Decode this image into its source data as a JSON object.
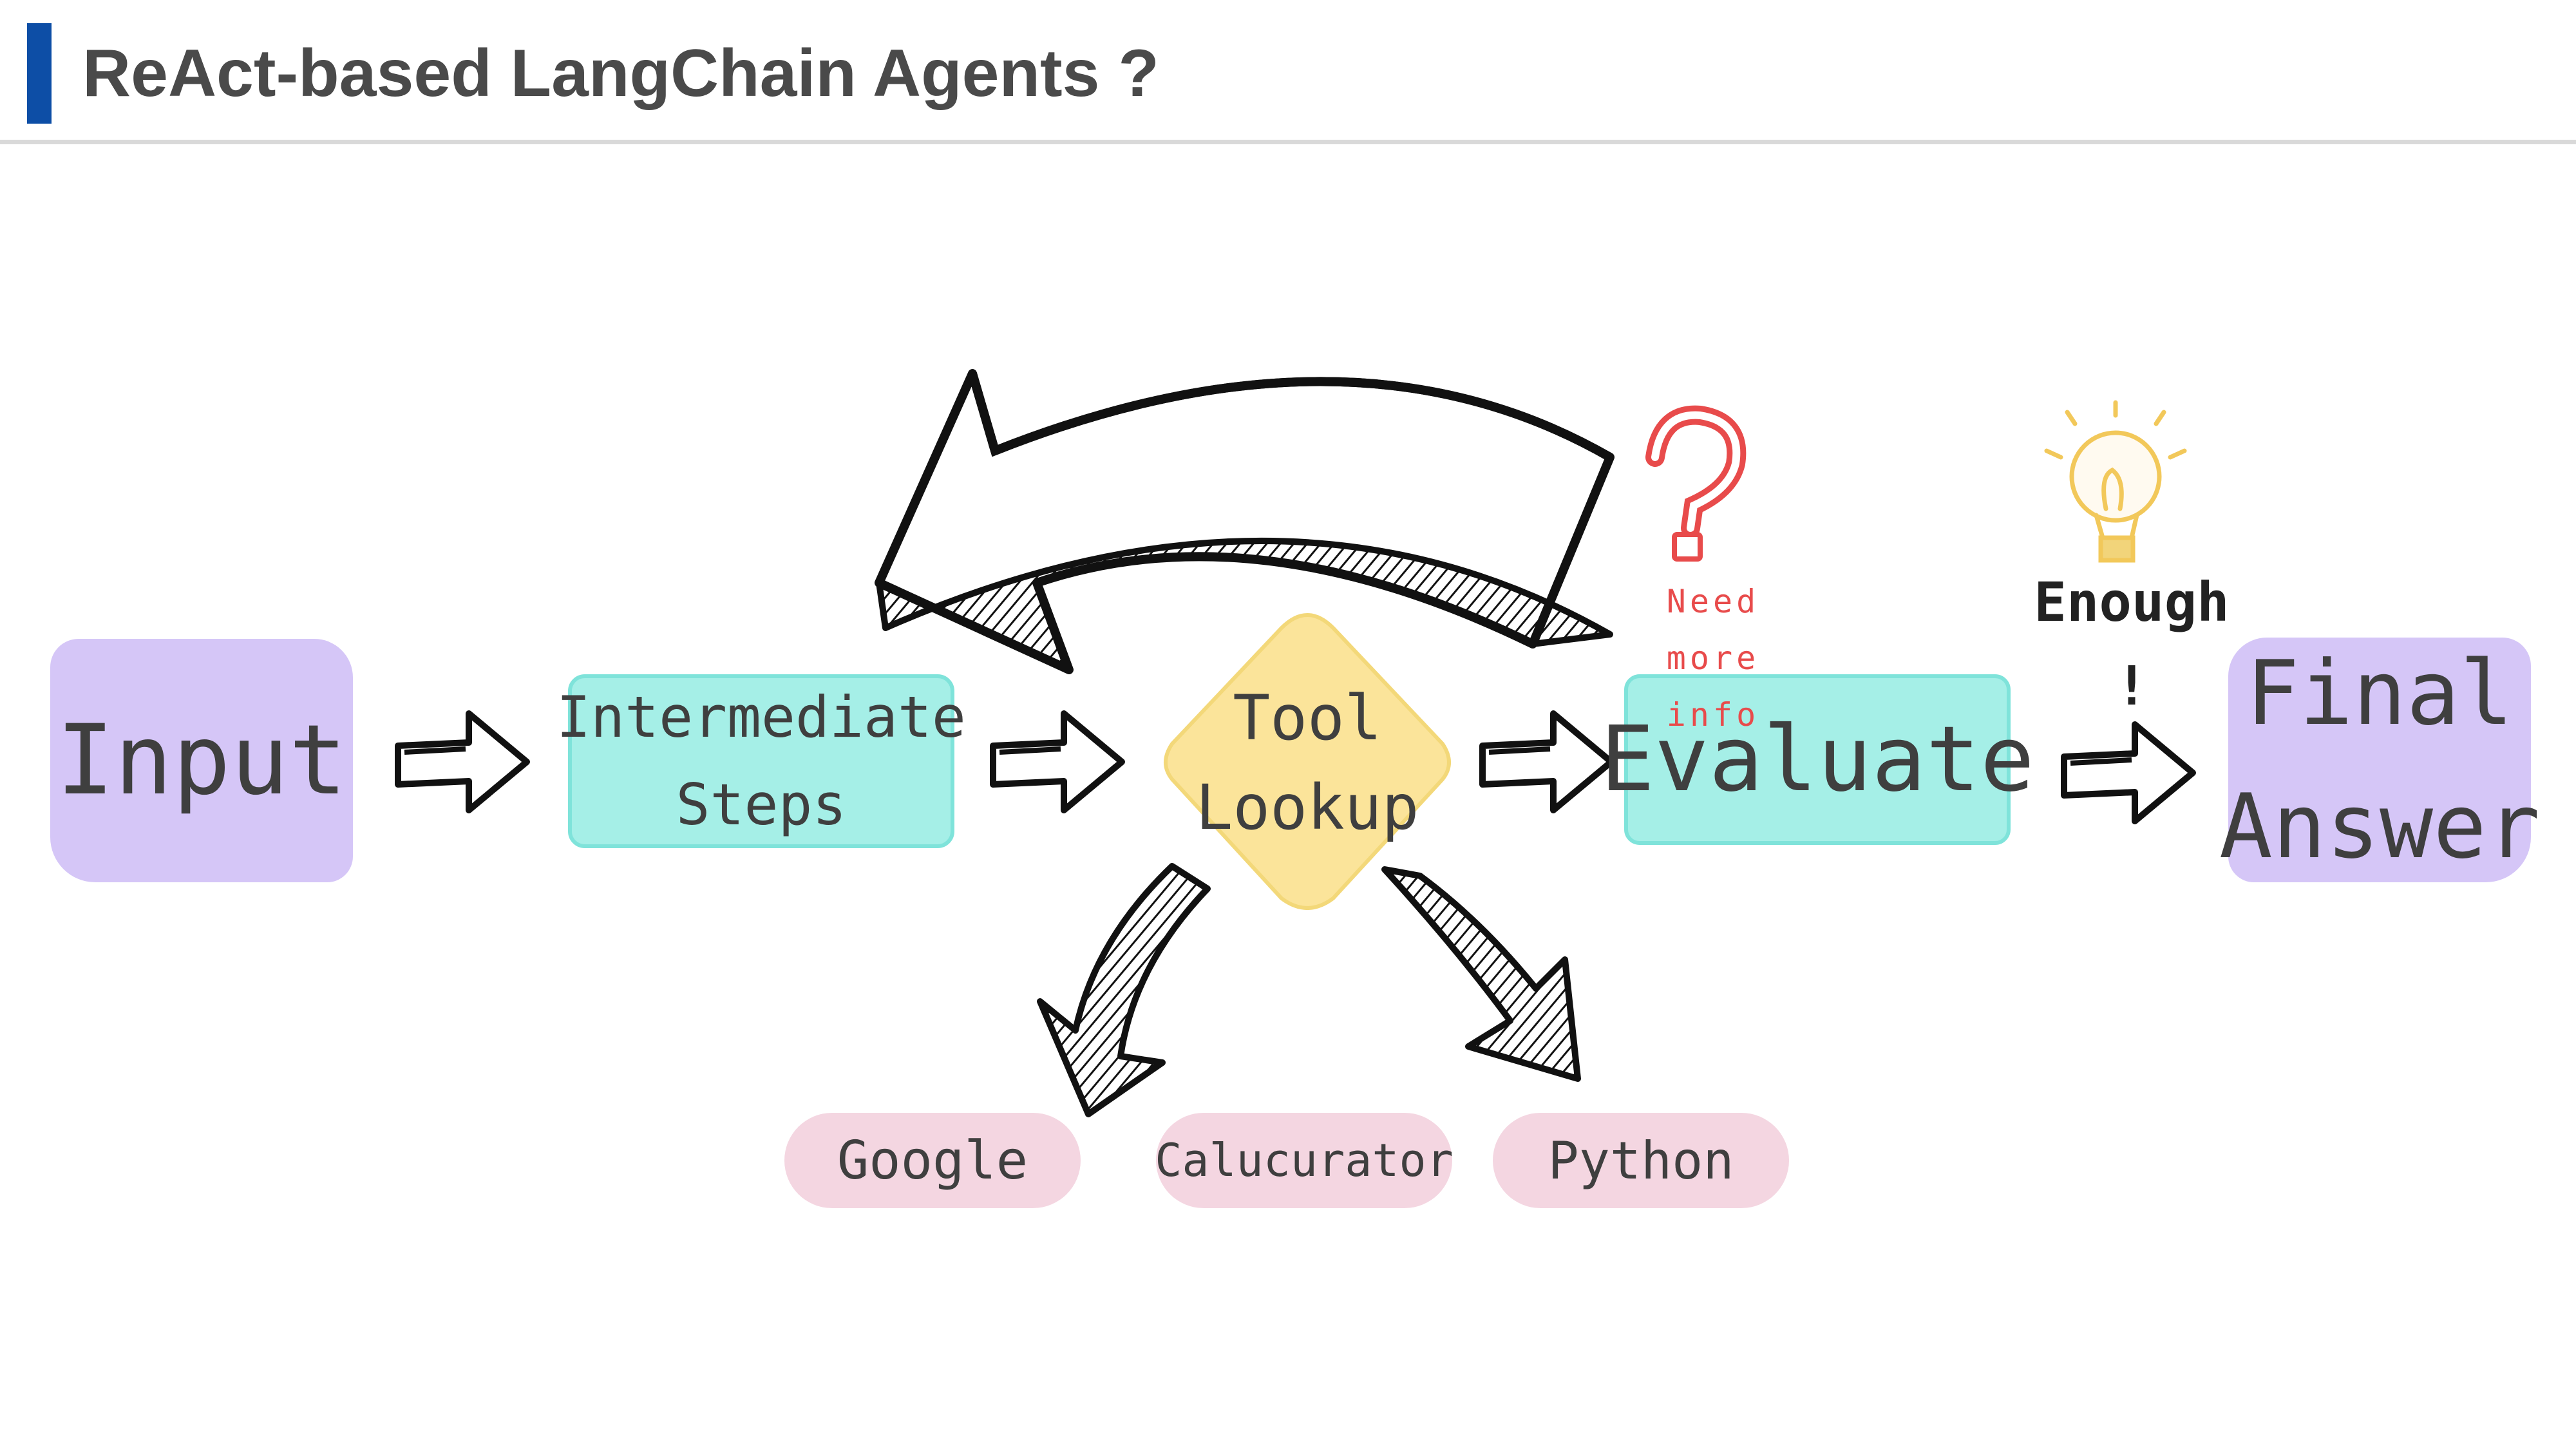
{
  "header": {
    "title": "ReAct-based LangChain Agents ?"
  },
  "colors": {
    "accent_bar": "#0d4ea6",
    "input_final_fill": "#d5c6f7",
    "step_eval_fill": "#a5efe7",
    "tool_fill": "#fbe49a",
    "pill_fill": "#f4d6e1",
    "need_info_text": "#e84b4b",
    "bulb": "#f2d47a"
  },
  "nodes": {
    "input": "Input",
    "intermediate": {
      "line1": "Intermediate",
      "line2": "Steps"
    },
    "tool": {
      "line1": "Tool",
      "line2": "Lookup"
    },
    "evaluate": "Evaluate",
    "final": {
      "line1": "Final",
      "line2": "Answer"
    }
  },
  "tools": [
    "Google",
    "Calucurator",
    "Python"
  ],
  "annotations": {
    "need_more_info": {
      "line1": "Need more",
      "line2": "info"
    },
    "enough": {
      "line1": "Enough",
      "line2": "!"
    }
  },
  "icons": [
    "question-mark-icon",
    "lightbulb-icon"
  ]
}
